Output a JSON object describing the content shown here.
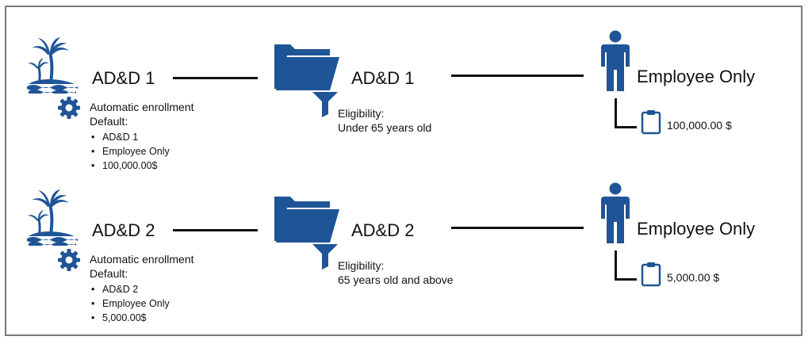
{
  "colors": {
    "accent": "#1f5597",
    "line": "#111111",
    "frame": "#7a7a7a"
  },
  "rows": [
    {
      "plan_name": "AD&D 1",
      "enrollment": "Automatic enrollment",
      "default_label": "Default:",
      "defaults": [
        "AD&D 1",
        "Employee Only",
        "100,000.00$"
      ],
      "folder_name": "AD&D 1",
      "eligibility_label": "Eligibility:",
      "eligibility_value": "Under 65 years old",
      "coverage": "Employee Only",
      "amount": "100,000.00 $"
    },
    {
      "plan_name": "AD&D 2",
      "enrollment": "Automatic enrollment",
      "default_label": "Default:",
      "defaults": [
        "AD&D 2",
        "Employee Only",
        "5,000.00$"
      ],
      "folder_name": "AD&D 2",
      "eligibility_label": "Eligibility:",
      "eligibility_value": "65 years old and above",
      "coverage": "Employee Only",
      "amount": "5,000.00 $"
    }
  ]
}
